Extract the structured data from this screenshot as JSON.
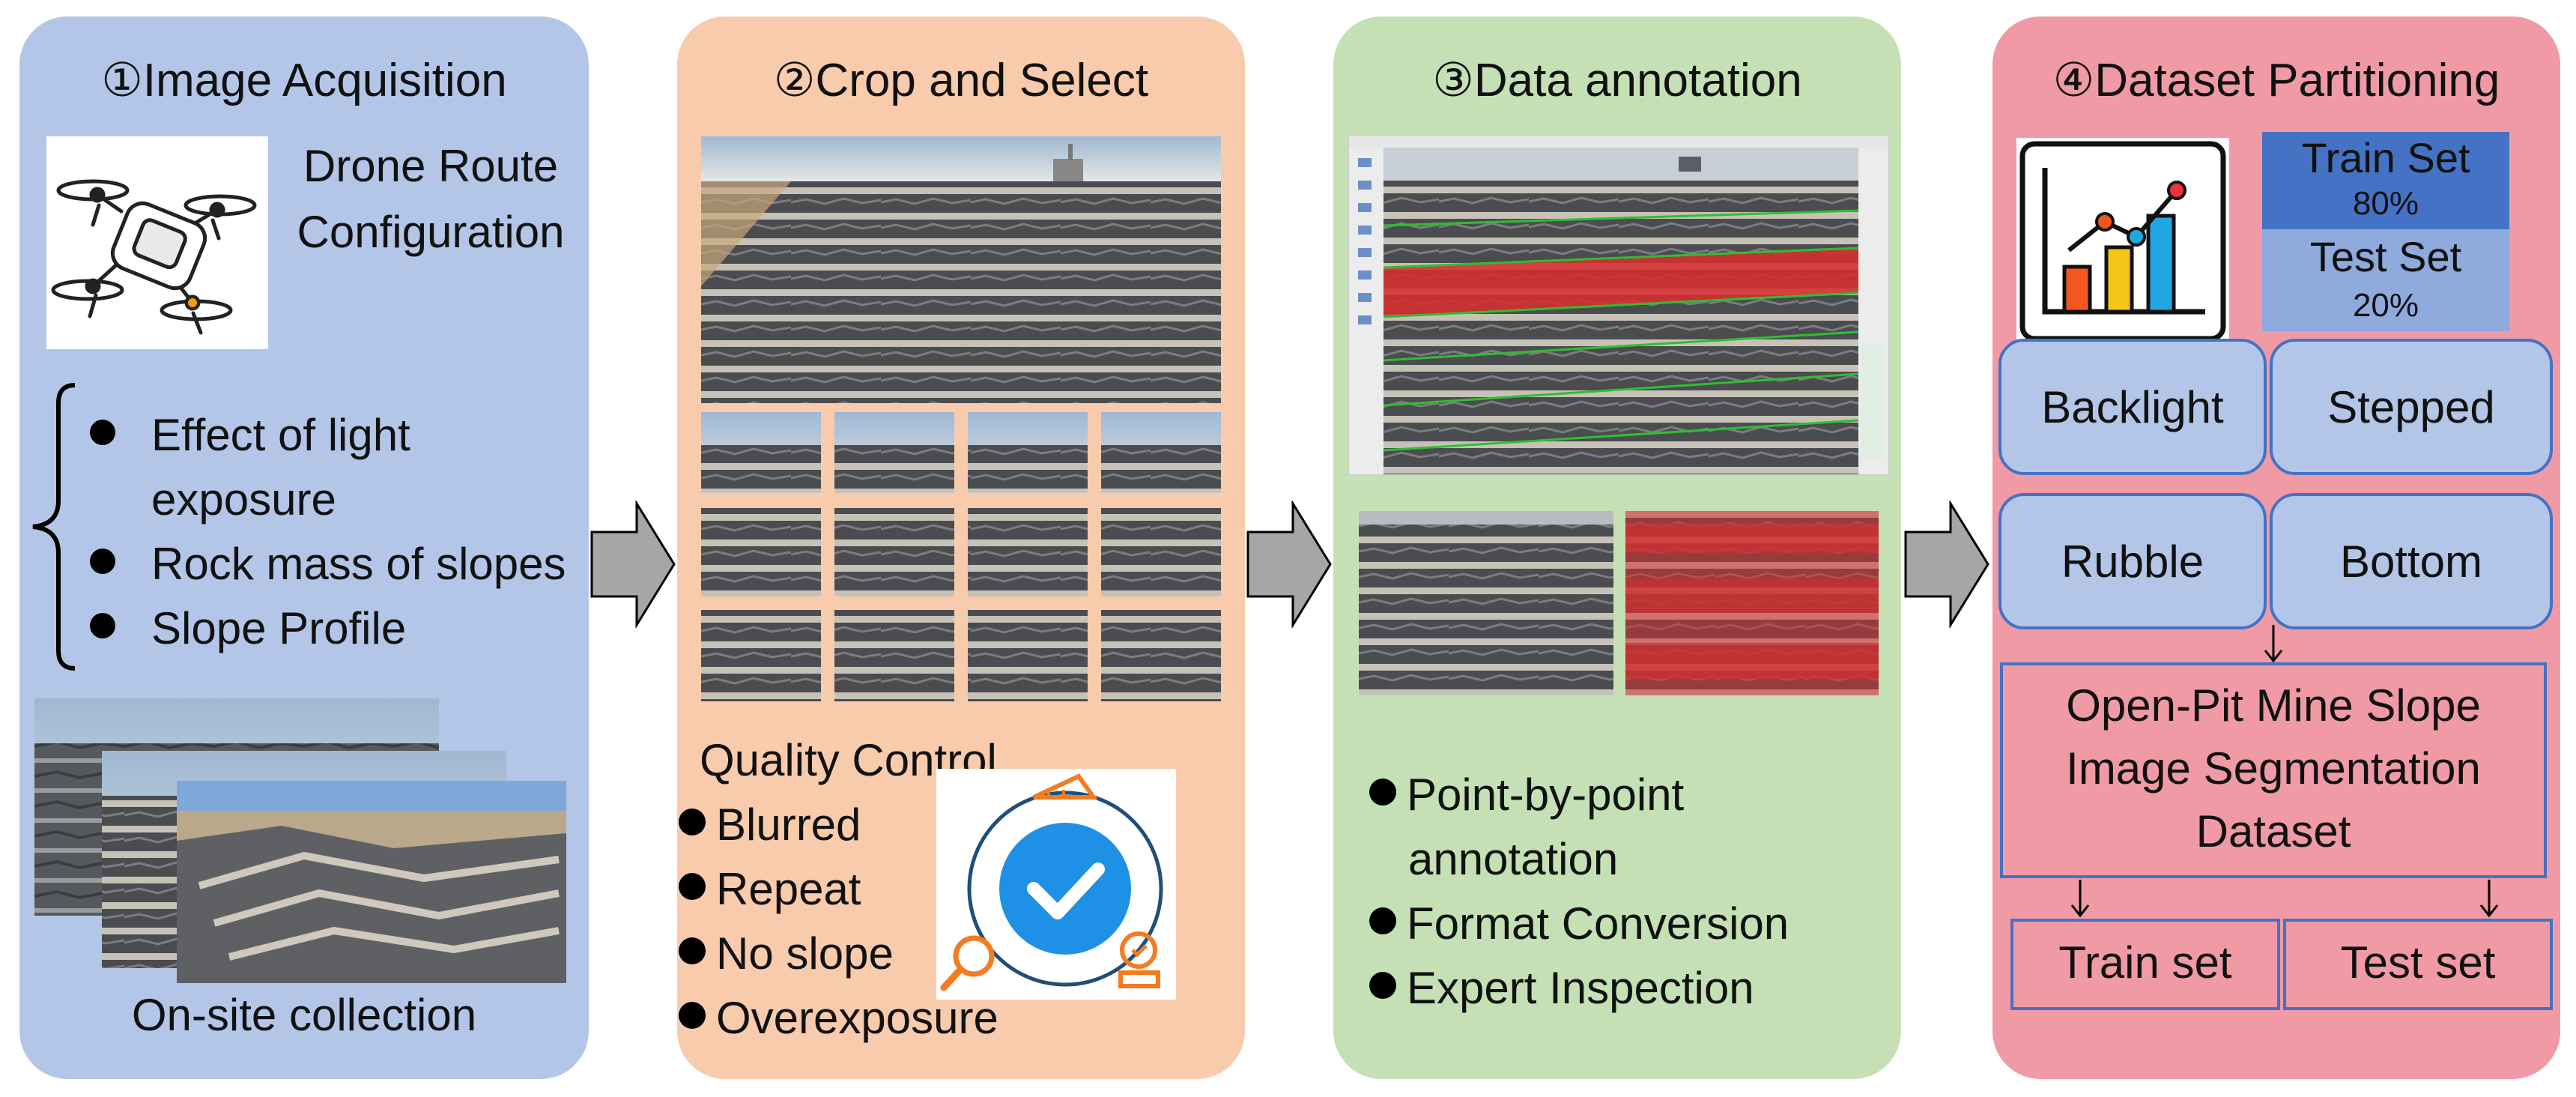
{
  "stages": [
    {
      "number": "①",
      "title": "Image Acquisition"
    },
    {
      "number": "②",
      "title": "Crop and Select"
    },
    {
      "number": "③",
      "title": "Data annotation"
    },
    {
      "number": "④",
      "title": "Dataset Partitioning"
    }
  ],
  "acquisition": {
    "drone_label_line1": "Drone Route",
    "drone_label_line2": "Configuration",
    "factors": [
      "Effect of light",
      "exposure",
      "Rock mass of slopes",
      "Slope Profile"
    ],
    "caption": "On-site collection"
  },
  "crop": {
    "quality_title": "Quality Control",
    "quality_items": [
      "Blurred",
      "Repeat",
      "No slope",
      "Overexposure"
    ]
  },
  "annotation": {
    "items": [
      "Point-by-point",
      "annotation",
      "Format Conversion",
      "Expert Inspection"
    ]
  },
  "partition": {
    "train_label": "Train Set",
    "train_pct": "80%",
    "test_label": "Test Set",
    "test_pct": "20%",
    "categories": [
      "Backlight",
      "Stepped",
      "Rubble",
      "Bottom"
    ],
    "dataset_line1": "Open-Pit Mine Slope",
    "dataset_line2": "Image Segmentation",
    "dataset_line3": "Dataset",
    "split_train": "Train set",
    "split_test": "Test set"
  },
  "colors": {
    "panel1": "#b4c6e7",
    "panel2": "#f8cbad",
    "panel3": "#c5e0b4",
    "panel4": "#f09aa6",
    "arrow": "#a6a6a6",
    "box_border": "#4472c4",
    "train_fill": "#4472c4",
    "test_fill": "#8faadc",
    "annotation_mask": "#d62f2f"
  }
}
